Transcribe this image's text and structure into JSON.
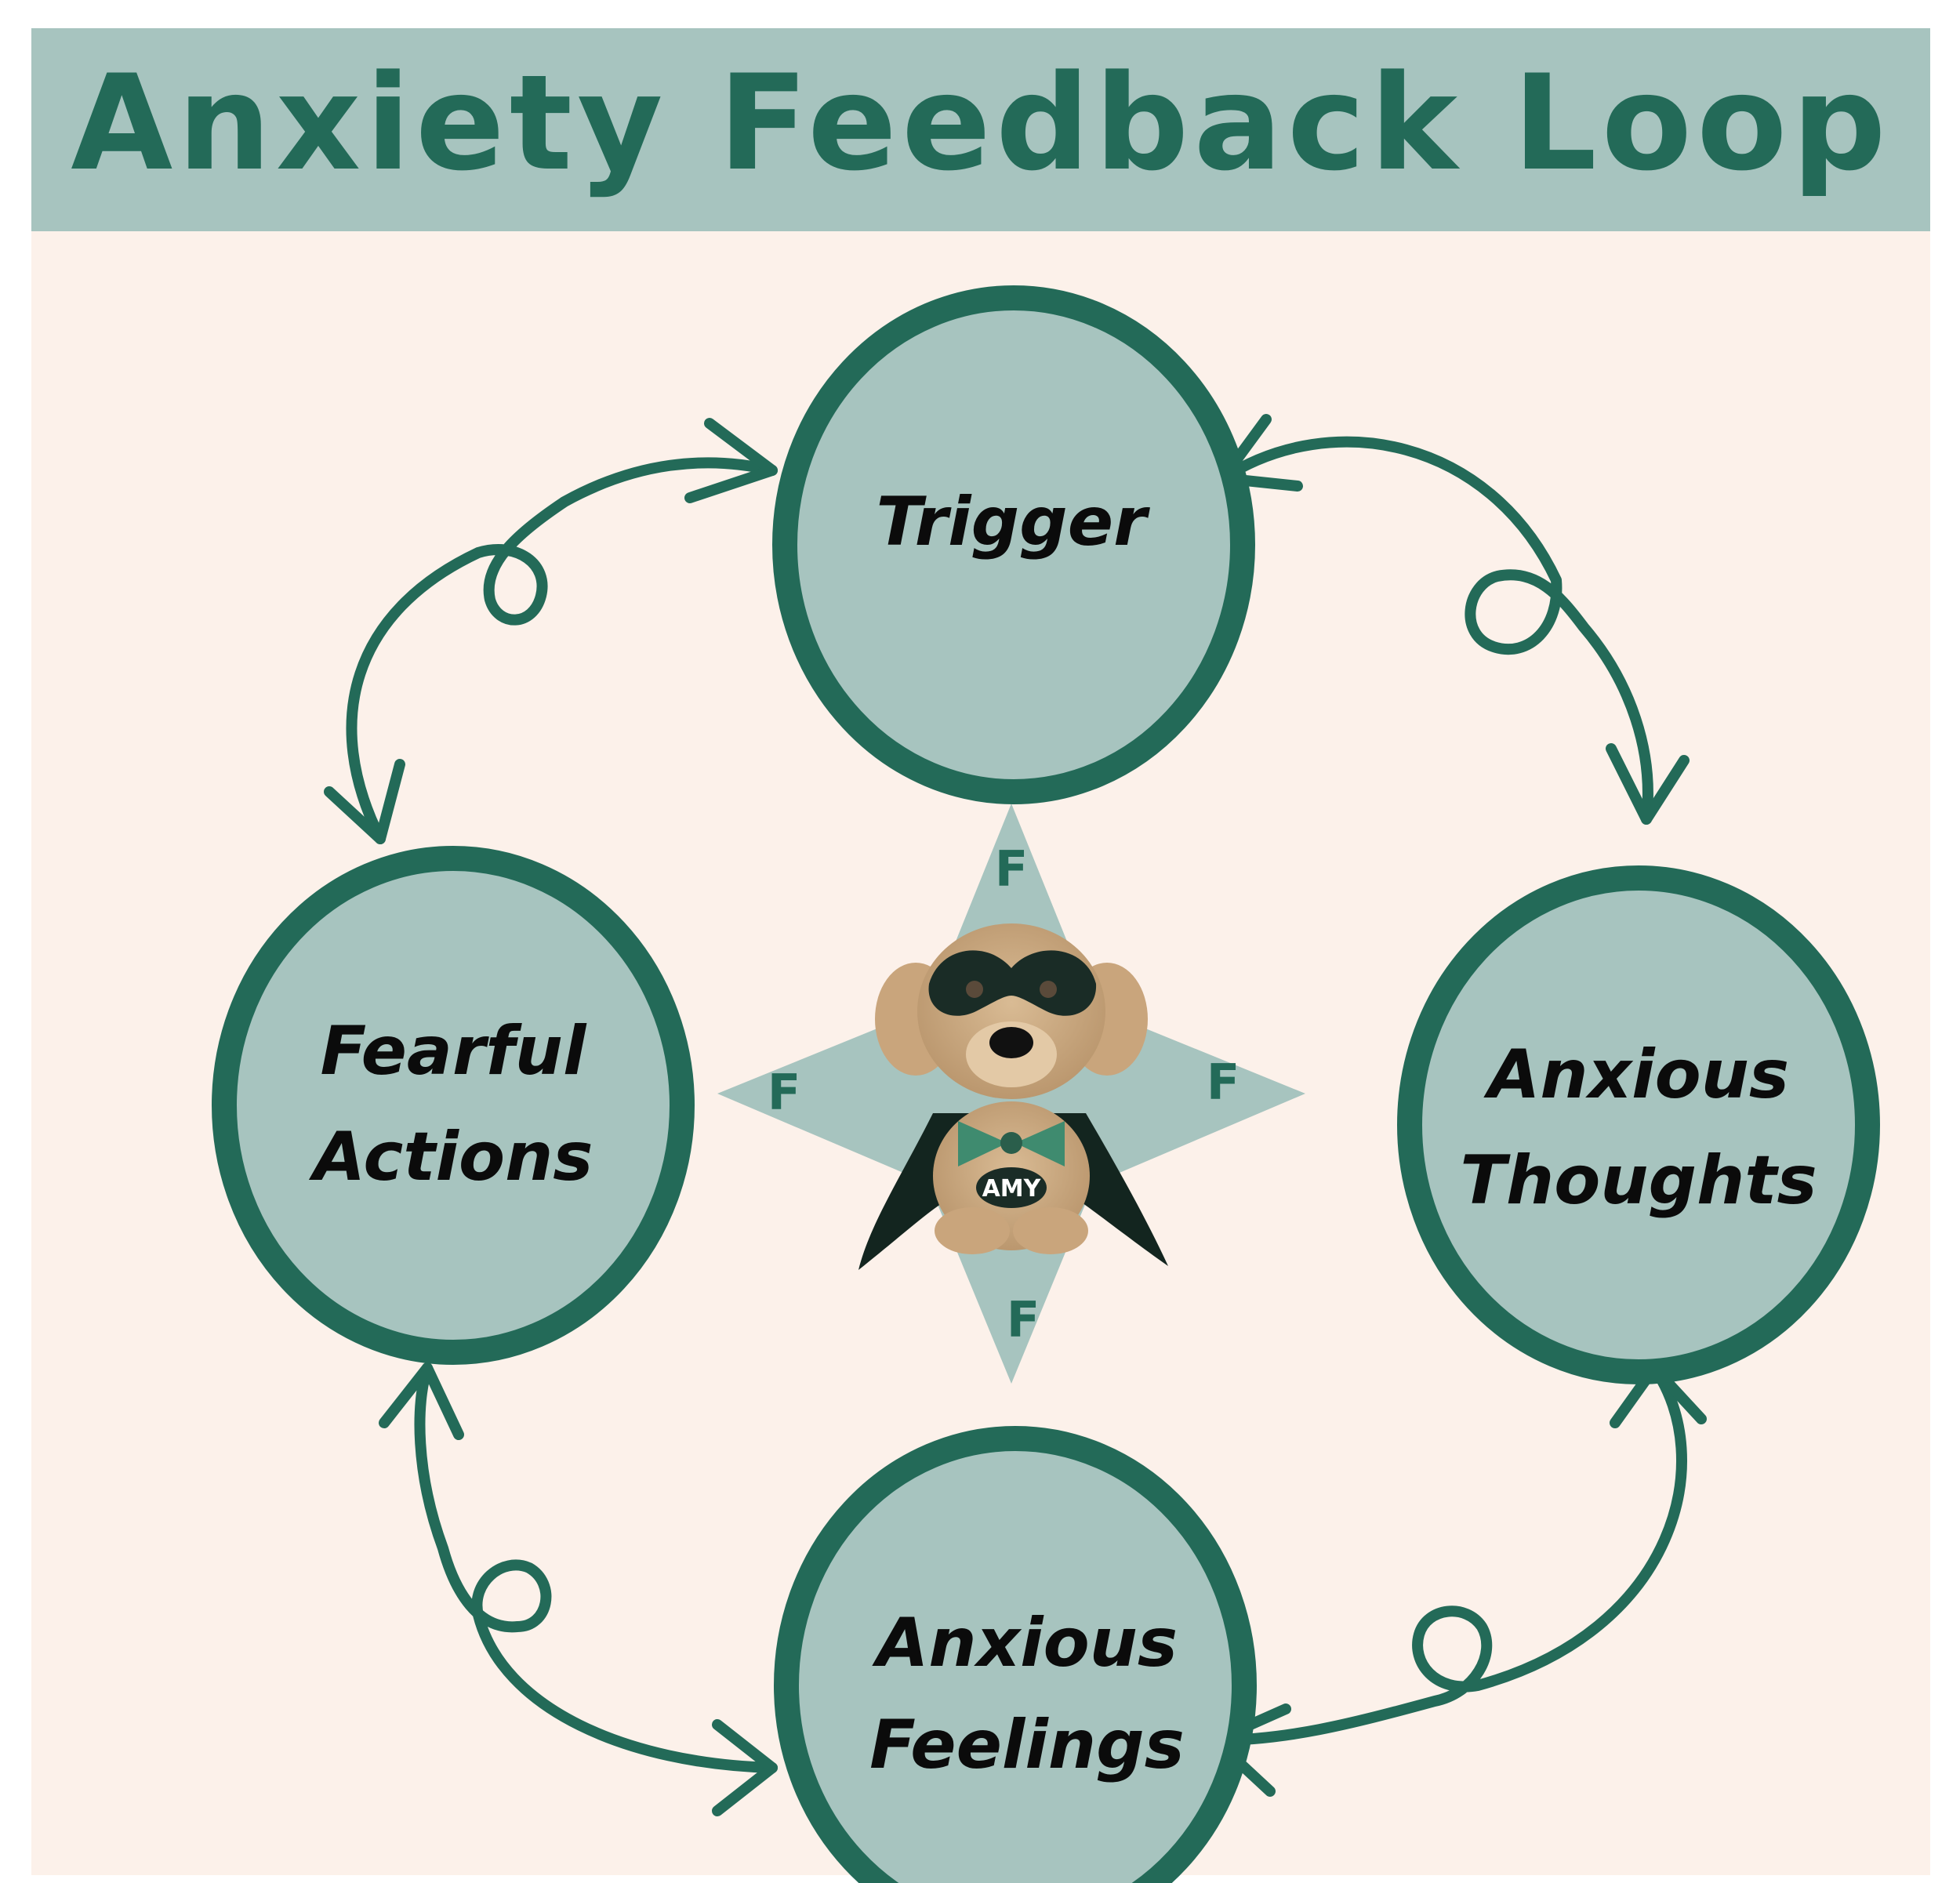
{
  "title": "Anxiety Feedback Loop",
  "nodes": {
    "trigger": {
      "label": "Trigger"
    },
    "thoughts": {
      "line1": "Anxious",
      "line2": "Thoughts"
    },
    "feelings": {
      "line1": "Anxious",
      "line2": "Feelings"
    },
    "actions": {
      "line1": "Fearful",
      "line2": "Actions"
    }
  },
  "center": {
    "star_letters": [
      "F",
      "F",
      "F",
      "F"
    ],
    "mascot_badge": "AMY"
  },
  "colors": {
    "header_bg": "#a7c4bf",
    "panel_bg": "#fcf1ea",
    "accent": "#236a58",
    "node_fill": "#a7c4bf",
    "node_text": "#0b0b0b"
  }
}
